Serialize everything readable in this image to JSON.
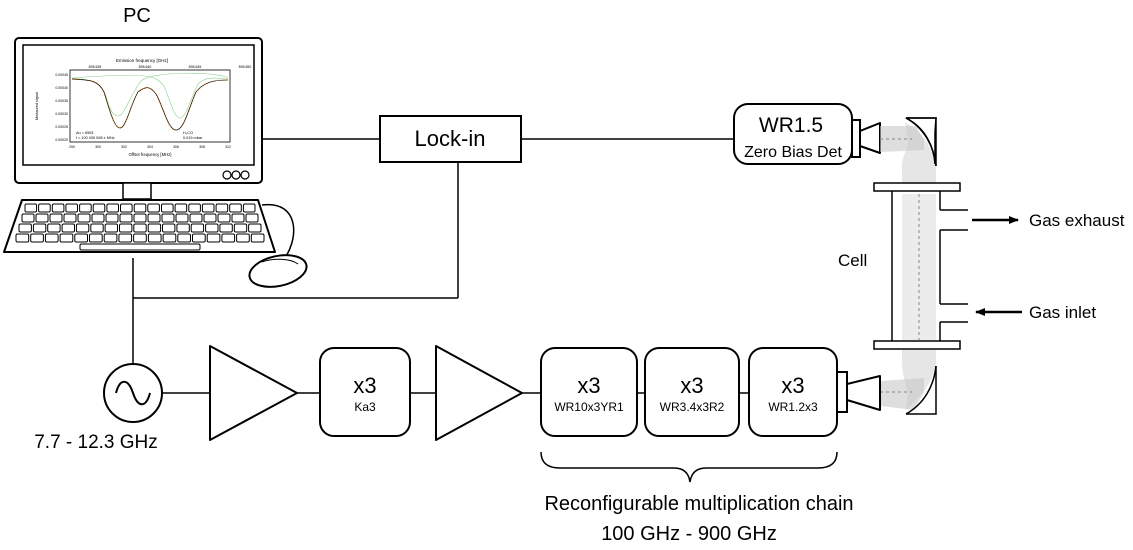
{
  "pc": {
    "label": "PC",
    "screen_plot": {
      "title": "Emission frequency [GHz]",
      "top_ticks": [
        "895.635",
        "895.640",
        "895.645",
        "895.650"
      ],
      "xlabel": "Offset frequency [MHz]",
      "bottom_ticks": [
        "290",
        "300",
        "302",
        "304",
        "306",
        "308",
        "312"
      ],
      "ylabel": "Measured signal",
      "y_ticks": [
        "0.00045",
        "0.00040",
        "0.00035",
        "0.00030",
        "0.00025",
        "0.00020"
      ],
      "note_left_1": "Δn = 6553",
      "note_left_2": "f = 100 005 008 ± MHz",
      "note_right_1": "H₂CO",
      "note_right_2": "0.019 mbar"
    }
  },
  "lockin": {
    "label": "Lock-in"
  },
  "detector": {
    "line1": "WR1.5",
    "line2": "Zero Bias Det"
  },
  "cell": {
    "label": "Cell",
    "exhaust": "Gas exhaust",
    "inlet": "Gas inlet"
  },
  "source": {
    "freq": "7.7 - 12.3 GHz"
  },
  "multipliers": [
    {
      "factor": "x3",
      "model": "Ka3"
    },
    {
      "factor": "x3",
      "model": "WR10x3YR1"
    },
    {
      "factor": "x3",
      "model": "WR3.4x3R2"
    },
    {
      "factor": "x3",
      "model": "WR1.2x3"
    }
  ],
  "chain": {
    "line1": "Reconfigurable multiplication chain",
    "line2": "100 GHz - 900 GHz"
  }
}
